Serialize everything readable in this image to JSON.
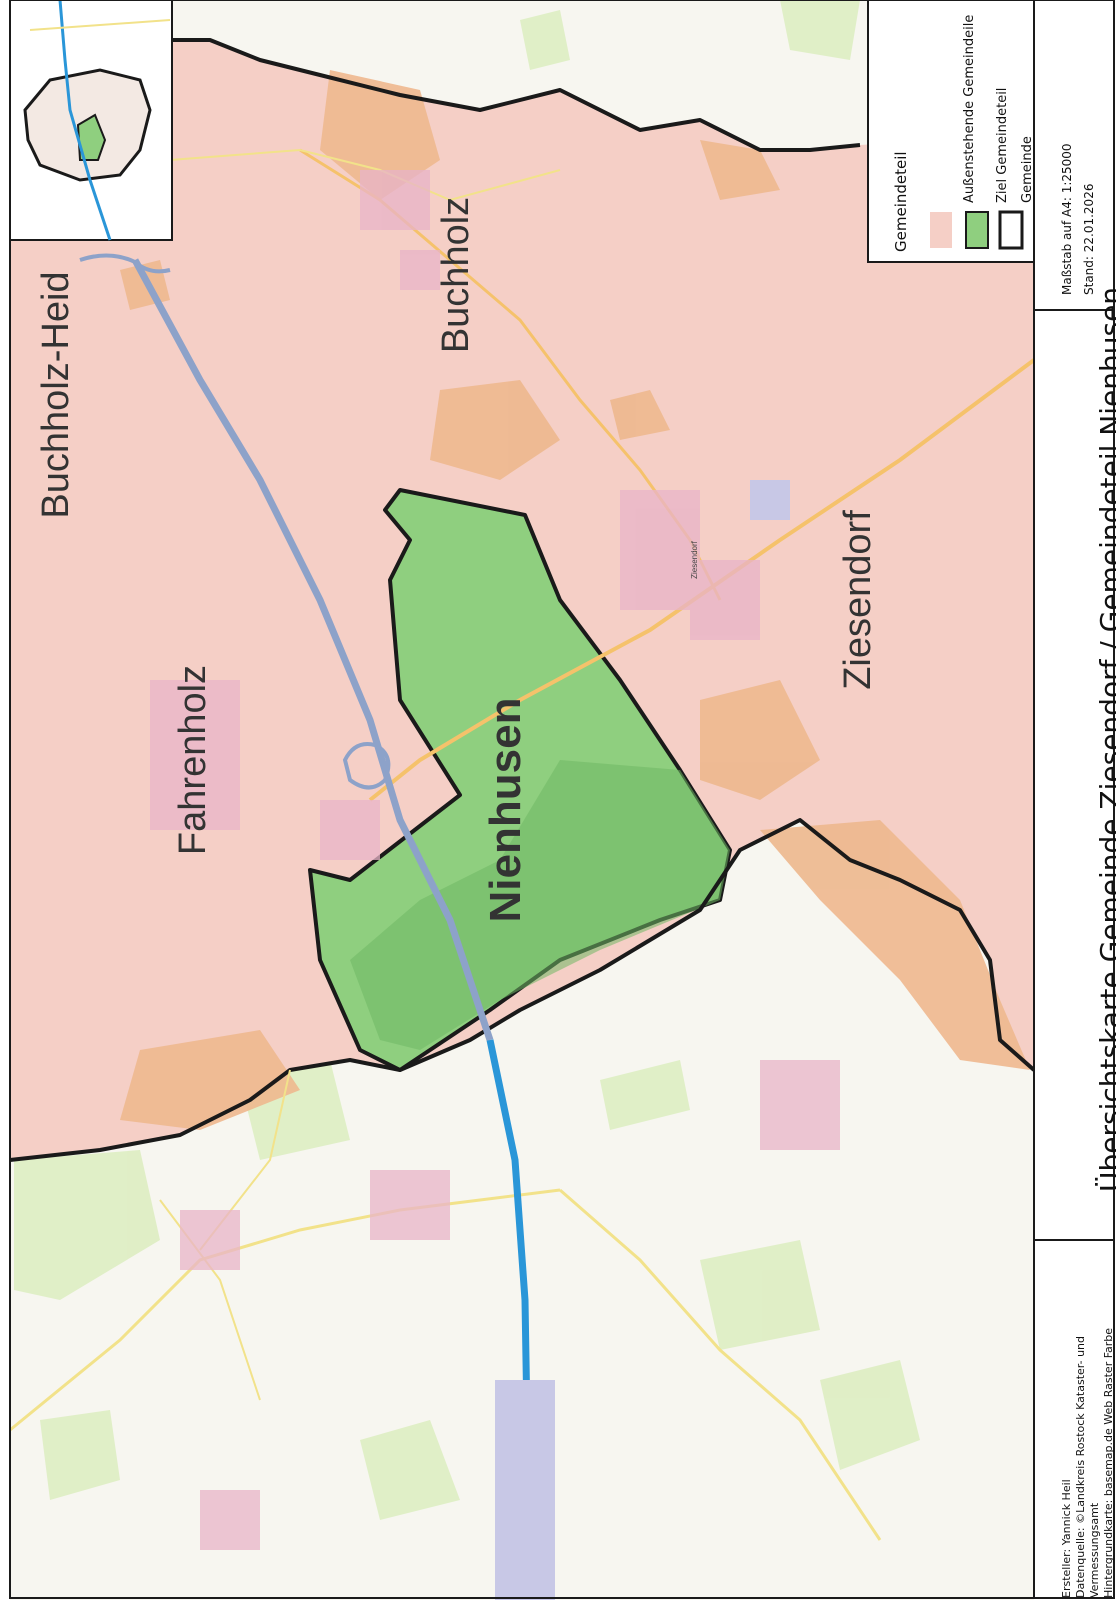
{
  "map": {
    "places": {
      "nienhusen": "Nienhusen",
      "buchholz": "Buchholz",
      "buchholz_heide": "Buchholz-Heid",
      "fahrenholz": "Fahrenholz",
      "ziesendorf": "Ziesendorf",
      "ziesendorf_small": "Ziesendorf"
    },
    "colors": {
      "surrounding_area": "#f5cfc6",
      "target_area": "#8fcf7f",
      "forest": "#eeb88e",
      "motorway": "#2a96d8",
      "boundary": "#1a1a1a"
    }
  },
  "legend": {
    "title": "Gemeindeteil",
    "items": [
      {
        "label": "Außenstehende Gemeindeile",
        "color": "#f5cfc6"
      },
      {
        "label": "Ziel Gemeindeteil",
        "color": "#8fcf7f"
      },
      {
        "label": "Gemeinde",
        "color": "#ffffff"
      }
    ]
  },
  "info": {
    "title": "Übersichtskarte Gemeinde Ziesendorf / Gemeindeteil Nienhusen",
    "scale": "Maßstab auf A4: 1:25000",
    "date": "Stand: 22.01.2026"
  },
  "credits": {
    "line1": "Ersteller: Yannick Heil",
    "line2": "Datenquelle: ©Landkreis Rostock Kataster- und",
    "line3": "Vermessungsamt",
    "line4": "Hintergrundkarte: basemap.de Web Raster Farbe"
  }
}
